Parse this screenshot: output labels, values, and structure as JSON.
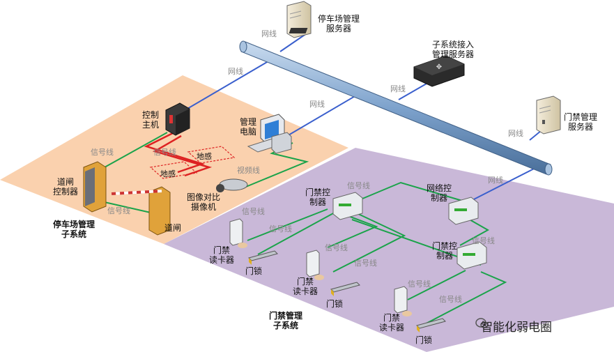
{
  "devices": {
    "parking_server": "停车场管理\n服务器",
    "subsystem_server": "子系统接入\n管理服务器",
    "access_server": "门禁管理\n服务器",
    "control_host": "控制\n主机",
    "mgmt_pc": "管理\n电脑",
    "barrier_controller": "道闸\n控制器",
    "barrier": "道闸",
    "camera": "图像对比\n摄像机",
    "loop1": "地感",
    "loop2": "地感",
    "access_ctrl_1": "门禁控\n制器",
    "access_ctrl_2": "网络控\n制器",
    "access_ctrl_3": "门禁控\n制器",
    "reader_1": "门禁\n读卡器",
    "reader_2": "门禁\n读卡器",
    "reader_3": "门禁\n读卡器",
    "lock_1": "门锁",
    "lock_2": "门锁",
    "lock_3": "门锁"
  },
  "zones": {
    "parking": "停车场管理\n子系统",
    "access": "门禁管理\n子系统"
  },
  "links": {
    "net": "网线",
    "signal": "信号线",
    "video": "视频线"
  },
  "watermark": "智能化弱电圈",
  "colors": {
    "parking_zone": "#f9c9a0",
    "access_zone": "#c3b0d4",
    "backbone": "#7da2cc",
    "network_line": "#3a5fcd",
    "signal_line": "#1aa34a",
    "loop_line": "#dd2222"
  }
}
